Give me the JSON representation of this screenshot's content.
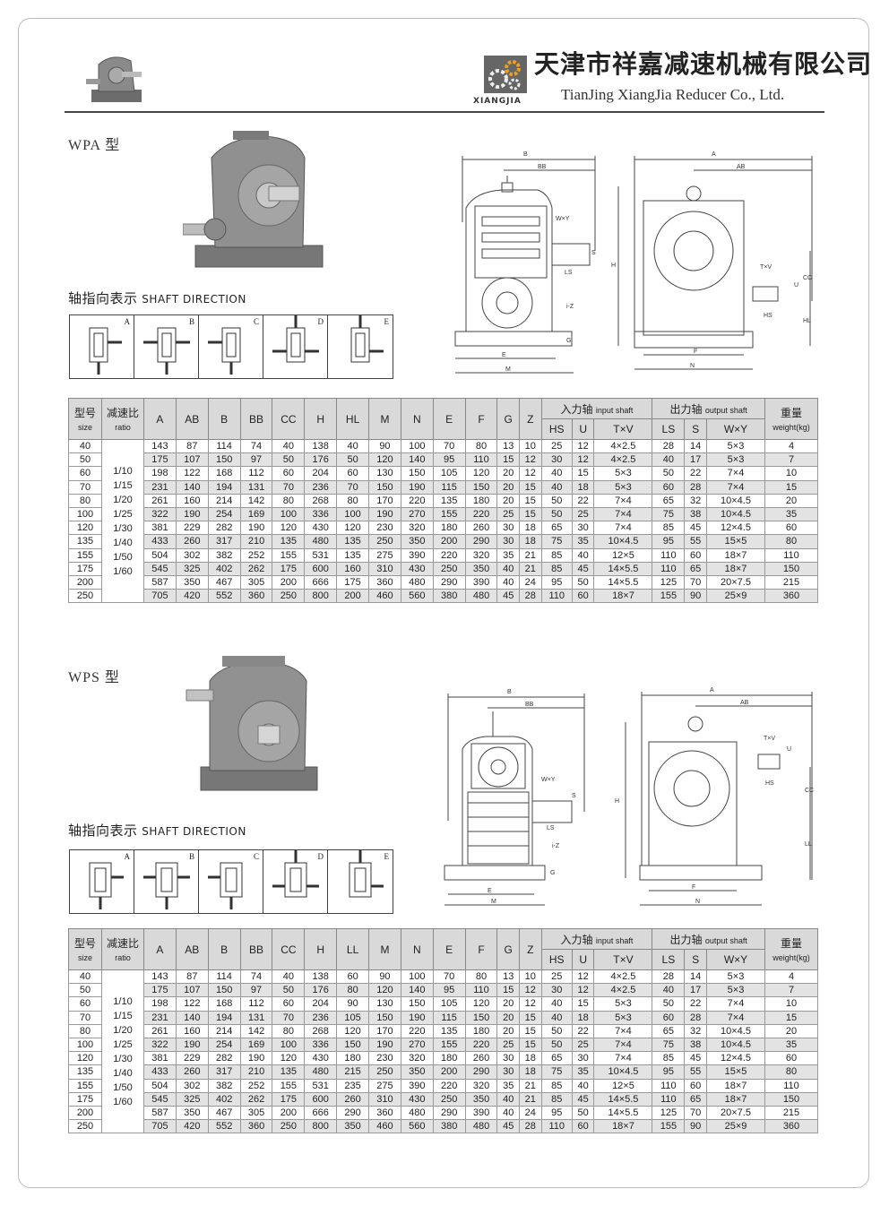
{
  "header": {
    "company_cn": "天津市祥嘉减速机械有限公司",
    "company_en": "TianJing XiangJia Reducer Co., Ltd.",
    "logo_text": "XIANGJIA"
  },
  "shaft_title": "轴指向表示",
  "shaft_title_en": "SHAFT DIRECTION",
  "shaft_letters": [
    "A",
    "B",
    "C",
    "D",
    "E"
  ],
  "header_cols": {
    "size_cn": "型号",
    "size_en": "size",
    "ratio_cn": "减速比",
    "ratio_en": "ratio",
    "input_cn": "入力轴",
    "input_en": "input shaft",
    "output_cn": "出力轴",
    "output_en": "output shaft",
    "weight_cn": "重量",
    "weight_en": "weight(kg)"
  },
  "ratios": [
    "1/10",
    "1/15",
    "1/20",
    "1/25",
    "1/30",
    "1/40",
    "1/50",
    "1/60"
  ],
  "wpa": {
    "label": "WPA 型",
    "cols": [
      "A",
      "AB",
      "B",
      "BB",
      "CC",
      "H",
      "HL",
      "M",
      "N",
      "E",
      "F",
      "G",
      "Z",
      "HS",
      "U",
      "T×V",
      "LS",
      "S",
      "W×Y"
    ],
    "rows": [
      [
        "40",
        "143",
        "87",
        "114",
        "74",
        "40",
        "138",
        "40",
        "90",
        "100",
        "70",
        "80",
        "13",
        "10",
        "25",
        "12",
        "4×2.5",
        "28",
        "14",
        "5×3",
        "4"
      ],
      [
        "50",
        "175",
        "107",
        "150",
        "97",
        "50",
        "176",
        "50",
        "120",
        "140",
        "95",
        "110",
        "15",
        "12",
        "30",
        "12",
        "4×2.5",
        "40",
        "17",
        "5×3",
        "7"
      ],
      [
        "60",
        "198",
        "122",
        "168",
        "112",
        "60",
        "204",
        "60",
        "130",
        "150",
        "105",
        "120",
        "20",
        "12",
        "40",
        "15",
        "5×3",
        "50",
        "22",
        "7×4",
        "10"
      ],
      [
        "70",
        "231",
        "140",
        "194",
        "131",
        "70",
        "236",
        "70",
        "150",
        "190",
        "115",
        "150",
        "20",
        "15",
        "40",
        "18",
        "5×3",
        "60",
        "28",
        "7×4",
        "15"
      ],
      [
        "80",
        "261",
        "160",
        "214",
        "142",
        "80",
        "268",
        "80",
        "170",
        "220",
        "135",
        "180",
        "20",
        "15",
        "50",
        "22",
        "7×4",
        "65",
        "32",
        "10×4.5",
        "20"
      ],
      [
        "100",
        "322",
        "190",
        "254",
        "169",
        "100",
        "336",
        "100",
        "190",
        "270",
        "155",
        "220",
        "25",
        "15",
        "50",
        "25",
        "7×4",
        "75",
        "38",
        "10×4.5",
        "35"
      ],
      [
        "120",
        "381",
        "229",
        "282",
        "190",
        "120",
        "430",
        "120",
        "230",
        "320",
        "180",
        "260",
        "30",
        "18",
        "65",
        "30",
        "7×4",
        "85",
        "45",
        "12×4.5",
        "60"
      ],
      [
        "135",
        "433",
        "260",
        "317",
        "210",
        "135",
        "480",
        "135",
        "250",
        "350",
        "200",
        "290",
        "30",
        "18",
        "75",
        "35",
        "10×4.5",
        "95",
        "55",
        "15×5",
        "80"
      ],
      [
        "155",
        "504",
        "302",
        "382",
        "252",
        "155",
        "531",
        "135",
        "275",
        "390",
        "220",
        "320",
        "35",
        "21",
        "85",
        "40",
        "12×5",
        "110",
        "60",
        "18×7",
        "110"
      ],
      [
        "175",
        "545",
        "325",
        "402",
        "262",
        "175",
        "600",
        "160",
        "310",
        "430",
        "250",
        "350",
        "40",
        "21",
        "85",
        "45",
        "14×5.5",
        "110",
        "65",
        "18×7",
        "150"
      ],
      [
        "200",
        "587",
        "350",
        "467",
        "305",
        "200",
        "666",
        "175",
        "360",
        "480",
        "290",
        "390",
        "40",
        "24",
        "95",
        "50",
        "14×5.5",
        "125",
        "70",
        "20×7.5",
        "215"
      ],
      [
        "250",
        "705",
        "420",
        "552",
        "360",
        "250",
        "800",
        "200",
        "460",
        "560",
        "380",
        "480",
        "45",
        "28",
        "110",
        "60",
        "18×7",
        "155",
        "90",
        "25×9",
        "360"
      ]
    ]
  },
  "wps": {
    "label": "WPS 型",
    "cols": [
      "A",
      "AB",
      "B",
      "BB",
      "CC",
      "H",
      "LL",
      "M",
      "N",
      "E",
      "F",
      "G",
      "Z",
      "HS",
      "U",
      "T×V",
      "LS",
      "S",
      "W×Y"
    ],
    "rows": [
      [
        "40",
        "143",
        "87",
        "114",
        "74",
        "40",
        "138",
        "60",
        "90",
        "100",
        "70",
        "80",
        "13",
        "10",
        "25",
        "12",
        "4×2.5",
        "28",
        "14",
        "5×3",
        "4"
      ],
      [
        "50",
        "175",
        "107",
        "150",
        "97",
        "50",
        "176",
        "80",
        "120",
        "140",
        "95",
        "110",
        "15",
        "12",
        "30",
        "12",
        "4×2.5",
        "40",
        "17",
        "5×3",
        "7"
      ],
      [
        "60",
        "198",
        "122",
        "168",
        "112",
        "60",
        "204",
        "90",
        "130",
        "150",
        "105",
        "120",
        "20",
        "12",
        "40",
        "15",
        "5×3",
        "50",
        "22",
        "7×4",
        "10"
      ],
      [
        "70",
        "231",
        "140",
        "194",
        "131",
        "70",
        "236",
        "105",
        "150",
        "190",
        "115",
        "150",
        "20",
        "15",
        "40",
        "18",
        "5×3",
        "60",
        "28",
        "7×4",
        "15"
      ],
      [
        "80",
        "261",
        "160",
        "214",
        "142",
        "80",
        "268",
        "120",
        "170",
        "220",
        "135",
        "180",
        "20",
        "15",
        "50",
        "22",
        "7×4",
        "65",
        "32",
        "10×4.5",
        "20"
      ],
      [
        "100",
        "322",
        "190",
        "254",
        "169",
        "100",
        "336",
        "150",
        "190",
        "270",
        "155",
        "220",
        "25",
        "15",
        "50",
        "25",
        "7×4",
        "75",
        "38",
        "10×4.5",
        "35"
      ],
      [
        "120",
        "381",
        "229",
        "282",
        "190",
        "120",
        "430",
        "180",
        "230",
        "320",
        "180",
        "260",
        "30",
        "18",
        "65",
        "30",
        "7×4",
        "85",
        "45",
        "12×4.5",
        "60"
      ],
      [
        "135",
        "433",
        "260",
        "317",
        "210",
        "135",
        "480",
        "215",
        "250",
        "350",
        "200",
        "290",
        "30",
        "18",
        "75",
        "35",
        "10×4.5",
        "95",
        "55",
        "15×5",
        "80"
      ],
      [
        "155",
        "504",
        "302",
        "382",
        "252",
        "155",
        "531",
        "235",
        "275",
        "390",
        "220",
        "320",
        "35",
        "21",
        "85",
        "40",
        "12×5",
        "110",
        "60",
        "18×7",
        "110"
      ],
      [
        "175",
        "545",
        "325",
        "402",
        "262",
        "175",
        "600",
        "260",
        "310",
        "430",
        "250",
        "350",
        "40",
        "21",
        "85",
        "45",
        "14×5.5",
        "110",
        "65",
        "18×7",
        "150"
      ],
      [
        "200",
        "587",
        "350",
        "467",
        "305",
        "200",
        "666",
        "290",
        "360",
        "480",
        "290",
        "390",
        "40",
        "24",
        "95",
        "50",
        "14×5.5",
        "125",
        "70",
        "20×7.5",
        "215"
      ],
      [
        "250",
        "705",
        "420",
        "552",
        "360",
        "250",
        "800",
        "350",
        "460",
        "560",
        "380",
        "480",
        "45",
        "28",
        "110",
        "60",
        "18×7",
        "155",
        "90",
        "25×9",
        "360"
      ]
    ]
  },
  "drawing_labels": {
    "side": [
      "B",
      "BB",
      "W×Y",
      "S",
      "LS",
      "H",
      "i-Z",
      "G",
      "E",
      "M"
    ],
    "front": [
      "A",
      "AB",
      "T×V",
      "U",
      "HS",
      "CC",
      "HL",
      "F",
      "N"
    ],
    "side2": [
      "B",
      "BB",
      "W×Y",
      "S",
      "LS",
      "i-Z",
      "G",
      "E",
      "M"
    ],
    "front2": [
      "A",
      "AB",
      "T×V",
      "U",
      "HS",
      "CC",
      "H",
      "LL",
      "F",
      "N"
    ]
  }
}
